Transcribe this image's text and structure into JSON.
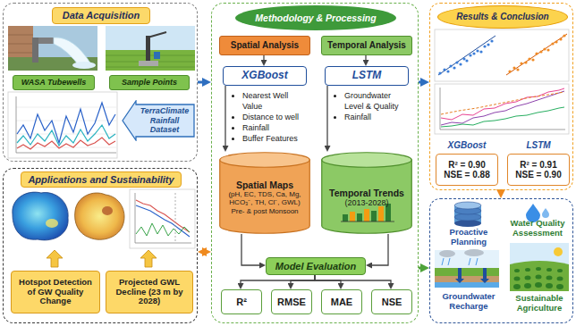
{
  "diagram": {
    "nodes": [
      {
        "text": [
          "Data Acquisition"
        ]
      },
      {
        "text": [
          "WASA Tubewells"
        ],
        "in": 0
      },
      {
        "text": [
          "Sample Points"
        ],
        "in": 0
      },
      {
        "text": [
          "TerraClimate Rainfall Dataset"
        ],
        "in": 0
      },
      {
        "text": [
          "Applications and Sustainability"
        ]
      },
      {
        "text": [
          "Hotspot Detection of GW Quality Change"
        ],
        "in": 4
      },
      {
        "text": [
          "Projected GWL Decline (23 m by 2028)"
        ],
        "in": 4
      },
      {
        "text": [
          "Methodology & Processing"
        ]
      },
      {
        "text": [
          "Spatial Analysis"
        ],
        "in": 7
      },
      {
        "text": [
          "Temporal Analysis"
        ],
        "in": 7
      },
      {
        "text": [
          "XGBoost"
        ],
        "in": 7
      },
      {
        "text": [
          "LSTM"
        ],
        "in": 7
      },
      {
        "text": [
          "Spatial Maps",
          "(pH, EC, TDS, Ca, Mg, HCO₃⁻, TH, Cl⁻, GWL) Pre- & post Monsoon"
        ],
        "in": 7
      },
      {
        "text": [
          "Temporal Trends",
          "(2013-2028)"
        ],
        "in": 7
      },
      {
        "text": [
          "Model Evaluation"
        ],
        "in": 7
      },
      {
        "text": [
          "R²"
        ],
        "in": 7
      },
      {
        "text": [
          "RMSE"
        ],
        "in": 7
      },
      {
        "text": [
          "MAE"
        ],
        "in": 7
      },
      {
        "text": [
          "NSE"
        ],
        "in": 7
      },
      {
        "text": [
          "Results & Conclusion"
        ]
      },
      {
        "text": [
          "XGBoost",
          "R² = 0.90",
          "NSE = 0.88"
        ],
        "in": 19
      },
      {
        "text": [
          "LSTM",
          "R² = 0.91",
          "NSE = 0.90"
        ],
        "in": 19
      },
      {
        "text": [
          "Proactive Planning",
          "Water Quality Assessment",
          "Groundwater Recharge",
          "Sustainable Agriculture"
        ]
      }
    ],
    "edges": [
      {
        "from": 0,
        "to": 7,
        "arrow": "to"
      },
      {
        "from": 7,
        "to": 19,
        "arrow": "to"
      },
      {
        "from": 4,
        "to": 7,
        "arrow": "both"
      },
      {
        "from": 7,
        "to": 22,
        "arrow": "to"
      },
      {
        "from": 19,
        "to": 22,
        "arrow": "to"
      },
      {
        "from": 8,
        "to": 10,
        "arrow": "to"
      },
      {
        "from": 9,
        "to": 11,
        "arrow": "to"
      },
      {
        "from": 10,
        "to": 12,
        "arrow": "to"
      },
      {
        "from": 11,
        "to": 13,
        "arrow": "to"
      },
      {
        "from": 12,
        "to": 14,
        "arrow": "to"
      },
      {
        "from": 13,
        "to": 14,
        "arrow": "to"
      },
      {
        "from": 14,
        "to": 15,
        "arrow": "to"
      },
      {
        "from": 14,
        "to": 16,
        "arrow": "to"
      },
      {
        "from": 14,
        "to": 17,
        "arrow": "to"
      },
      {
        "from": 14,
        "to": 18,
        "arrow": "to"
      }
    ],
    "labels": [
      "Nearest Well Value",
      "Distance to well",
      "Rainfall",
      "Buffer Features",
      "Groundwater Level & Quality",
      "Rainfall"
    ]
  }
}
